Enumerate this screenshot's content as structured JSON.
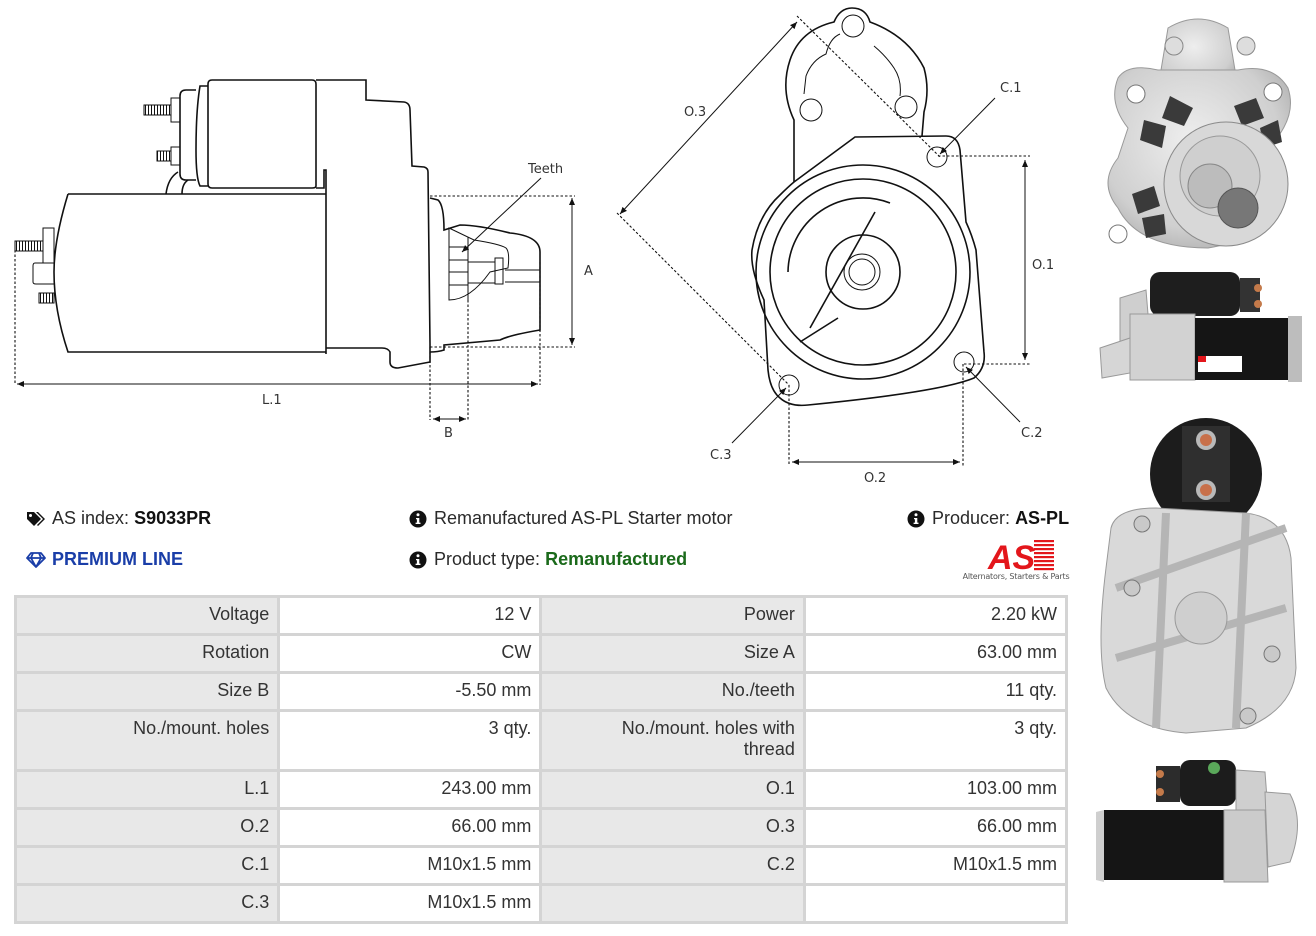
{
  "drawing": {
    "side_view": {
      "labels": {
        "teeth": "Teeth",
        "a": "A",
        "b": "B",
        "l1": "L.1"
      }
    },
    "front_view": {
      "labels": {
        "o1": "O.1",
        "o2": "O.2",
        "o3": "O.3",
        "c1": "C.1",
        "c2": "C.2",
        "c3": "C.3"
      }
    }
  },
  "info": {
    "as_index_label": "AS index:",
    "as_index_value": "S9033PR",
    "premium_line": "PREMIUM LINE",
    "description": "Remanufactured AS-PL Starter motor",
    "product_type_label": "Product type:",
    "product_type_value": "Remanufactured",
    "producer_label": "Producer:",
    "producer_value": "AS-PL",
    "icons": {
      "tag": "tags-icon",
      "premium": "diamond-icon",
      "info": "info-circle-icon"
    }
  },
  "logo": {
    "text": "AS",
    "tagline": "Alternators, Starters & Parts",
    "color": "#e3161b"
  },
  "colors": {
    "premium": "#1a3ea8",
    "product_type": "#1b6a1b",
    "table_key_bg": "#e8e8e8",
    "table_border": "#d4d4d4"
  },
  "specs": [
    [
      {
        "k": "Voltage",
        "v": "12 V"
      },
      {
        "k": "Power",
        "v": "2.20 kW"
      }
    ],
    [
      {
        "k": "Rotation",
        "v": "CW"
      },
      {
        "k": "Size A",
        "v": "63.00 mm"
      }
    ],
    [
      {
        "k": "Size B",
        "v": "-5.50 mm"
      },
      {
        "k": "No./teeth",
        "v": "11 qty."
      }
    ],
    [
      {
        "k": "No./mount. holes",
        "v": "3 qty."
      },
      {
        "k": "No./mount. holes with thread",
        "v": "3 qty."
      }
    ],
    [
      {
        "k": "L.1",
        "v": "243.00 mm"
      },
      {
        "k": "O.1",
        "v": "103.00 mm"
      }
    ],
    [
      {
        "k": "O.2",
        "v": "66.00 mm"
      },
      {
        "k": "O.3",
        "v": "66.00 mm"
      }
    ],
    [
      {
        "k": "C.1",
        "v": "M10x1.5 mm"
      },
      {
        "k": "C.2",
        "v": "M10x1.5 mm"
      }
    ],
    [
      {
        "k": "C.3",
        "v": "M10x1.5 mm"
      },
      {
        "k": "",
        "v": ""
      }
    ]
  ],
  "photos": [
    {
      "name": "front-view-photo"
    },
    {
      "name": "side-view-photo"
    },
    {
      "name": "rear-view-photo"
    },
    {
      "name": "side-view-photo-2"
    }
  ]
}
